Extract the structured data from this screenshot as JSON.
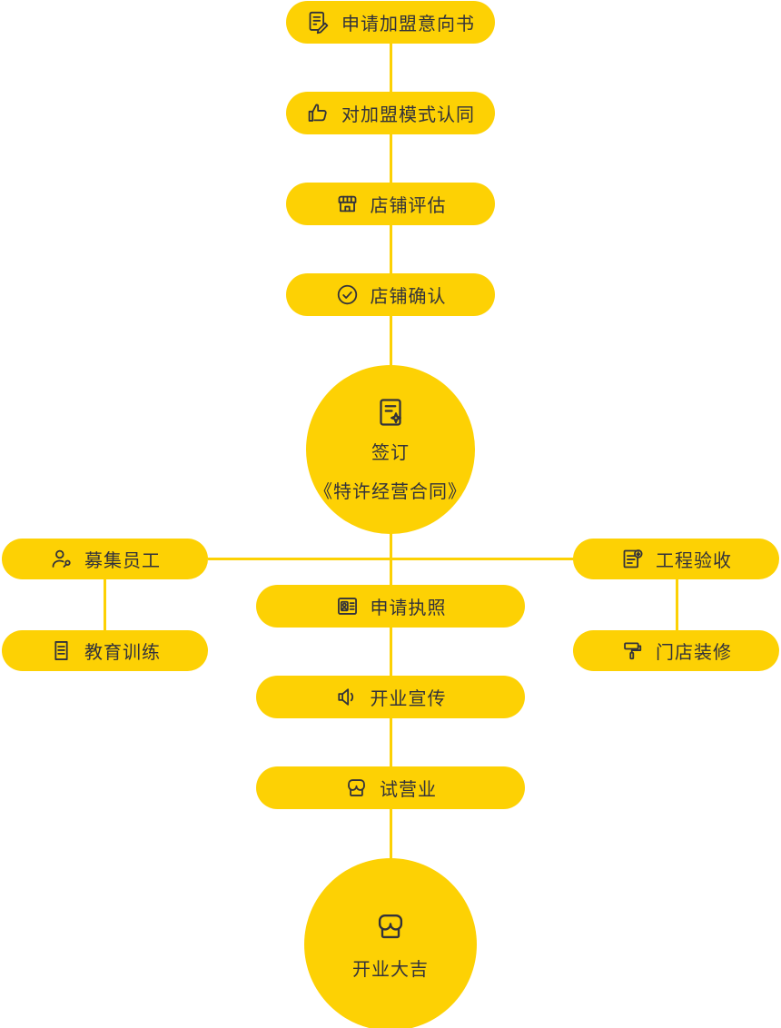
{
  "colors": {
    "accent_yellow": "#FDD104",
    "text_dark": "#32323B",
    "background": "#FFFFFF"
  },
  "flowchart": {
    "top_steps": [
      {
        "label": "申请加盟意向书",
        "icon": "edit-document-icon"
      },
      {
        "label": "对加盟模式认同",
        "icon": "thumbs-up-icon"
      },
      {
        "label": "店铺评估",
        "icon": "storefront-awning-icon"
      },
      {
        "label": "店铺确认",
        "icon": "check-circle-icon"
      }
    ],
    "contract_node": {
      "line1": "签订",
      "line2": "《特许经营合同》",
      "icon": "contract-star-icon"
    },
    "left_branch": [
      {
        "label": "募集员工",
        "icon": "recruit-staff-icon"
      },
      {
        "label": "教育训练",
        "icon": "training-notes-icon"
      }
    ],
    "right_branch": [
      {
        "label": "工程验收",
        "icon": "inspection-approved-icon"
      },
      {
        "label": "门店装修",
        "icon": "paint-roller-icon"
      }
    ],
    "center_steps": [
      {
        "label": "申请执照",
        "icon": "license-id-card-icon"
      },
      {
        "label": "开业宣传",
        "icon": "speaker-icon"
      },
      {
        "label": "试营业",
        "icon": "trial-store-icon"
      }
    ],
    "opening_node": {
      "label": "开业大吉",
      "icon": "open-store-icon"
    }
  }
}
